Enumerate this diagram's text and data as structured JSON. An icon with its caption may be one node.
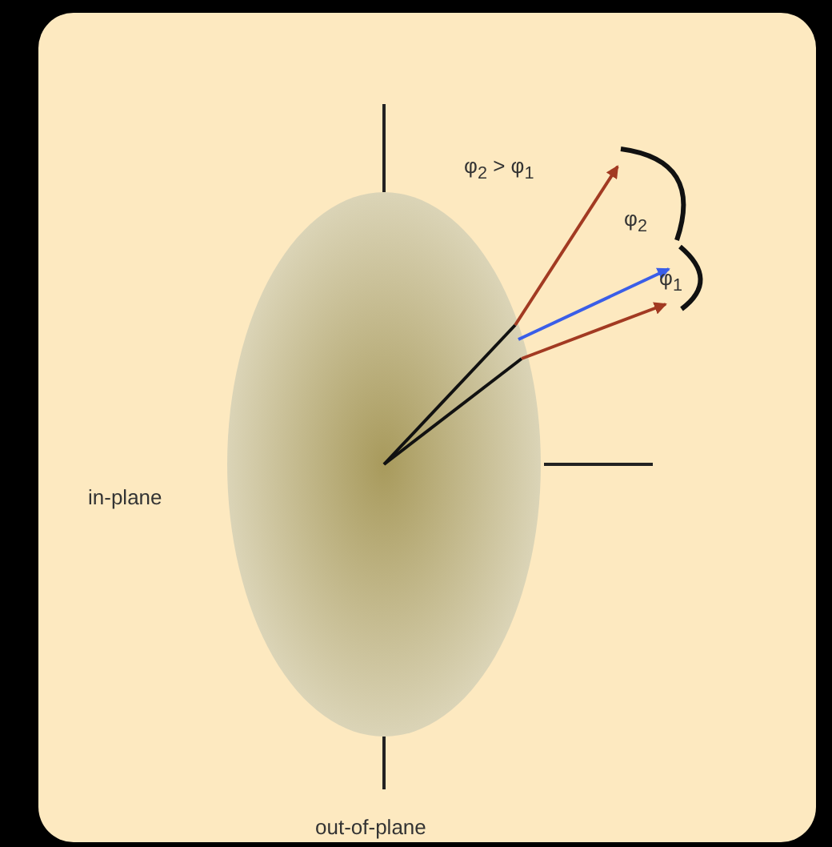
{
  "diagram": {
    "labels": [
      "φ$_{2}$ > φ$_{1}$",
      "φ$_{2}$",
      "φ$_{1}$",
      "in-plane",
      "out-of-plane"
    ]
  }
}
